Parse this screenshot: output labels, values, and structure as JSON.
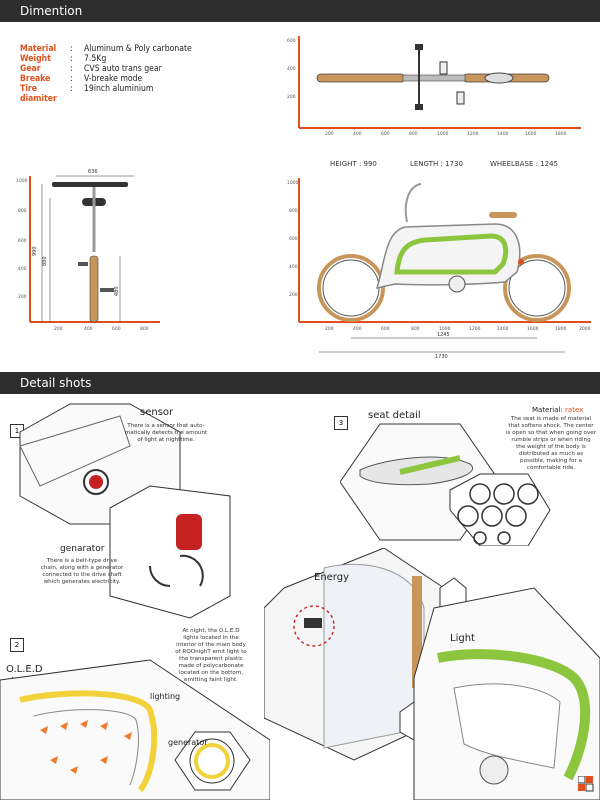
{
  "sections": {
    "dimension_title": "Dimention",
    "details_title": "Detail shots"
  },
  "specs": [
    {
      "label": "Material",
      "value": "Aluminum & Poly carbonate"
    },
    {
      "label": "Weight",
      "value": "7.5Kg"
    },
    {
      "label": "Gear",
      "value": "CVS  auto  trans gear"
    },
    {
      "label": "Breake",
      "value": "V-breake mode"
    },
    {
      "label": "Tire diamiter",
      "value": "19inch aluminium"
    }
  ],
  "top_view": {
    "y_ticks": [
      "600",
      "400",
      "200"
    ],
    "x_ticks": [
      "200",
      "400",
      "600",
      "800",
      "1000",
      "1200",
      "1400",
      "1600",
      "1800"
    ]
  },
  "front_view": {
    "y_ticks": [
      "1000",
      "800",
      "600",
      "400",
      "200"
    ],
    "x_ticks": [
      "200",
      "400",
      "600",
      "800"
    ],
    "width_dim": "636",
    "height_dim_1": "990",
    "height_dim_2": "880",
    "pedal_dim": "480"
  },
  "side_view": {
    "height_label": "HEIGHT : 990",
    "length_label": "LENGTH : 1730",
    "wheelbase_label": "WHEELBASE : 1245",
    "y_ticks": [
      "1000",
      "800",
      "600",
      "400",
      "200"
    ],
    "x_ticks": [
      "200",
      "400",
      "600",
      "800",
      "1000",
      "1200",
      "1400",
      "1600",
      "1800",
      "2000"
    ],
    "dim_wheelbase": "1245",
    "dim_length": "1730"
  },
  "detail1": {
    "number": "1",
    "sensor_title": "sensor",
    "sensor_text": "There is a sensor that auto-matically detects  the amount of light at nighttime.",
    "generator_title": "genarator",
    "generator_text": "There is a belt-type drive chain, along with a generator connected to the drive shaft which generates electricity."
  },
  "detail2": {
    "number": "2",
    "oled_title_1": "O.L.E.D",
    "oled_title_2": "structure",
    "oled_text": "At night, the O.L.E.D lights located  in the interior of the main body of ROOnighT emit light to the transparent plastic made of polycarbonate located on the bottom, emitting faint light.",
    "lighting_label": "lighting",
    "generator_label": "generator"
  },
  "detail3": {
    "number": "3",
    "seat_title": "seat detail",
    "material_prefix": "Material: ",
    "material_value": "ratex",
    "seat_text": "The seat is made of material that softens shock. The center is open so that when going over rumble strips or when riding the weight of the body is distributed as much as possible, making for a comfortable ride."
  },
  "detail4": {
    "energy_label": "Energy",
    "light_label": "Light"
  },
  "colors": {
    "accent": "#e0501a",
    "green": "#8cc63f",
    "tire": "#c8965a",
    "dark": "#2d2d2d"
  }
}
